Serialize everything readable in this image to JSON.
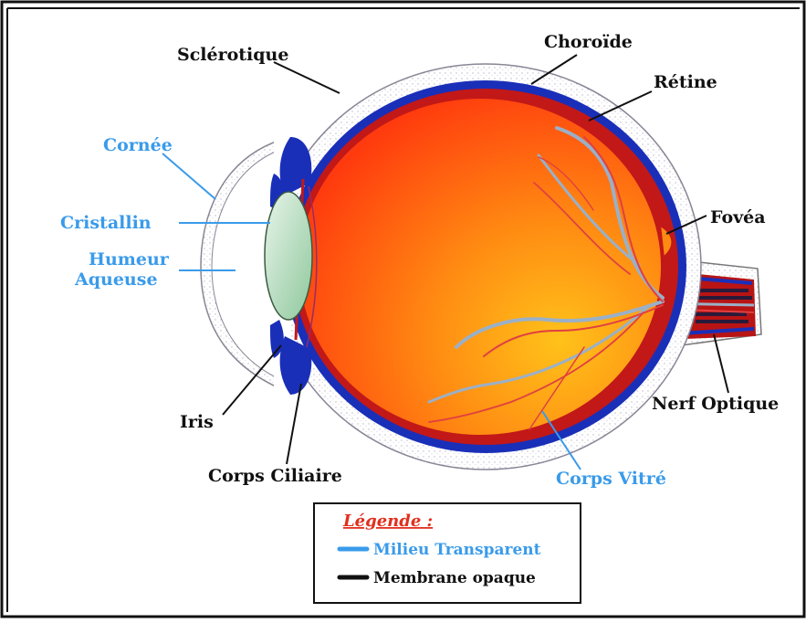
{
  "labels": {
    "sclerotique": "Sclérotique",
    "choroide": "Choroïde",
    "retine": "Rétine",
    "cornee": "Cornée",
    "cristallin": "Cristallin",
    "humeur_line1": "Humeur",
    "humeur_line2": "Aqueuse",
    "fovea": "Fovéa",
    "iris": "Iris",
    "corps_ciliaire": "Corps Ciliaire",
    "nerf_optique": "Nerf Optique",
    "corps_vitre": "Corps Vitré"
  },
  "legend": {
    "title": "Légende :",
    "transparent": "Milieu Transparent",
    "opaque": "Membrane opaque"
  },
  "colors": {
    "transparent_medium": "#3a9bea",
    "opaque_membrane": "#111111",
    "legend_title": "#e0301e",
    "sclera": "#ffffff",
    "choroid": "#1a2fb8",
    "retina": "#c21818",
    "vitreous": "#ff5a10",
    "lens": "#bfe3c8",
    "vessel": "#9ab0c8",
    "vein": "#e04040"
  }
}
